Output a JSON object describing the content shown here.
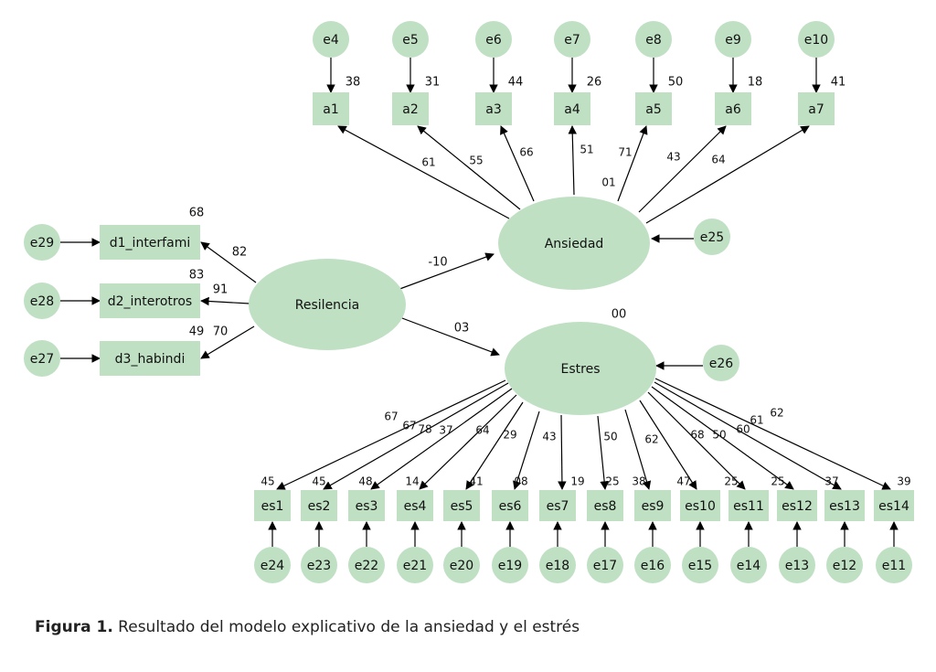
{
  "latents": {
    "resilencia": "Resilencia",
    "ansiedad": "Ansiedad",
    "estres": "Estres"
  },
  "resilencia_indicators": [
    {
      "label": "d1_interfami",
      "error": "e29",
      "r2": "68",
      "loading": "82"
    },
    {
      "label": "d2_interotros",
      "error": "e28",
      "r2": "83",
      "loading": "91"
    },
    {
      "label": "d3_habindi",
      "error": "e27",
      "r2": "49",
      "loading": "70"
    }
  ],
  "ansiedad_items": [
    {
      "label": "a1",
      "error": "e4",
      "r2": "38",
      "loading": "61"
    },
    {
      "label": "a2",
      "error": "e5",
      "r2": "31",
      "loading": "55"
    },
    {
      "label": "a3",
      "error": "e6",
      "r2": "44",
      "loading": "66"
    },
    {
      "label": "a4",
      "error": "e7",
      "r2": "26",
      "loading": "51"
    },
    {
      "label": "a5",
      "error": "e8",
      "r2": "50",
      "loading": "71"
    },
    {
      "label": "a6",
      "error": "e9",
      "r2": "18",
      "loading": "43"
    },
    {
      "label": "a7",
      "error": "e10",
      "r2": "41",
      "loading": "64"
    }
  ],
  "estres_items": [
    {
      "label": "es1",
      "error": "e24",
      "r2": "45",
      "loading": "67"
    },
    {
      "label": "es2",
      "error": "e23",
      "r2": "45",
      "loading": "67"
    },
    {
      "label": "es3",
      "error": "e22",
      "r2": "48",
      "loading": "78"
    },
    {
      "label": "es4",
      "error": "e21",
      "r2": "14",
      "loading": "37"
    },
    {
      "label": "es5",
      "error": "e20",
      "r2": "41",
      "loading": "64"
    },
    {
      "label": "es6",
      "error": "e19",
      "r2": "08",
      "loading": "29"
    },
    {
      "label": "es7",
      "error": "e18",
      "r2": "19",
      "loading": "43"
    },
    {
      "label": "es8",
      "error": "e17",
      "r2": "25",
      "loading": "50"
    },
    {
      "label": "es9",
      "error": "e16",
      "r2": "38",
      "loading": "62"
    },
    {
      "label": "es10",
      "error": "e15",
      "r2": "47",
      "loading": "68"
    },
    {
      "label": "es11",
      "error": "e14",
      "r2": "25",
      "loading": "50"
    },
    {
      "label": "es12",
      "error": "e13",
      "r2": "25",
      "loading": "60"
    },
    {
      "label": "es13",
      "error": "e12",
      "r2": "37",
      "loading": "61"
    },
    {
      "label": "es14",
      "error": "e11",
      "r2": "39",
      "loading": "62"
    }
  ],
  "structural": {
    "resilencia_ansiedad": "-10",
    "resilencia_estres": "03",
    "ansiedad_error": "e25",
    "estres_error": "e26",
    "ansiedad_a5_extra": "01",
    "estres_r2": "00"
  },
  "caption": {
    "bold": "Figura 1.",
    "text": " Resultado del modelo explicativo de la ansiedad y el estrés"
  },
  "colors": {
    "node_fill": "#bfe0c3",
    "edge": "#000000"
  }
}
